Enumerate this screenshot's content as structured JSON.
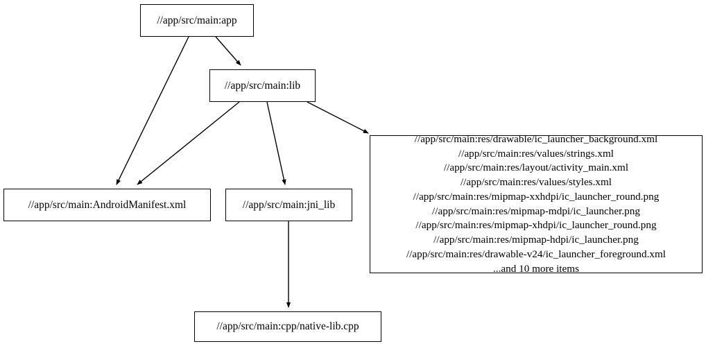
{
  "graph": {
    "type": "directed-dependency-graph",
    "background_color": "#ffffff",
    "line_color": "#000000",
    "nodes": [
      {
        "id": "app",
        "label": "//app/src/main:app"
      },
      {
        "id": "lib",
        "label": "//app/src/main:lib"
      },
      {
        "id": "manifest",
        "label": "//app/src/main:AndroidManifest.xml"
      },
      {
        "id": "jni_lib",
        "label": "//app/src/main:jni_lib"
      },
      {
        "id": "native_lib",
        "label": "//app/src/main:cpp/native-lib.cpp"
      },
      {
        "id": "resources",
        "label": "//app/src/main:res/drawable/ic_launcher_background.xml\n//app/src/main:res/values/strings.xml\n//app/src/main:res/layout/activity_main.xml\n//app/src/main:res/values/styles.xml\n//app/src/main:res/mipmap-xxhdpi/ic_launcher_round.png\n//app/src/main:res/mipmap-mdpi/ic_launcher.png\n//app/src/main:res/mipmap-xhdpi/ic_launcher_round.png\n//app/src/main:res/mipmap-hdpi/ic_launcher.png\n//app/src/main:res/drawable-v24/ic_launcher_foreground.xml\n...and 10 more items",
        "lines": [
          "//app/src/main:res/drawable/ic_launcher_background.xml",
          "//app/src/main:res/values/strings.xml",
          "//app/src/main:res/layout/activity_main.xml",
          "//app/src/main:res/values/styles.xml",
          "//app/src/main:res/mipmap-xxhdpi/ic_launcher_round.png",
          "//app/src/main:res/mipmap-mdpi/ic_launcher.png",
          "//app/src/main:res/mipmap-xhdpi/ic_launcher_round.png",
          "//app/src/main:res/mipmap-hdpi/ic_launcher.png",
          "//app/src/main:res/drawable-v24/ic_launcher_foreground.xml",
          "...and 10 more items"
        ]
      }
    ],
    "edges": [
      {
        "from": "app",
        "to": "manifest"
      },
      {
        "from": "app",
        "to": "lib"
      },
      {
        "from": "lib",
        "to": "manifest"
      },
      {
        "from": "lib",
        "to": "jni_lib"
      },
      {
        "from": "lib",
        "to": "resources"
      },
      {
        "from": "jni_lib",
        "to": "native_lib"
      }
    ]
  }
}
